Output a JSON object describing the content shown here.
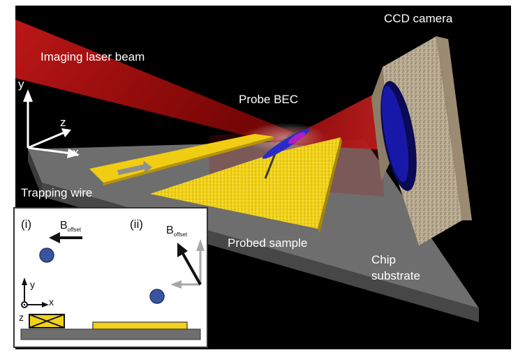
{
  "labels": {
    "imaging_laser_beam": "Imaging laser beam",
    "ccd_camera": "CCD camera",
    "probe_bec": "Probe BEC",
    "trapping_wire": "Trapping wire",
    "probed_sample": "Probed sample",
    "chip_substrate_line1": "Chip",
    "chip_substrate_line2": "substrate"
  },
  "axes": {
    "x": "x",
    "y": "y",
    "z": "z"
  },
  "inset": {
    "panel_i": "(i)",
    "panel_ii": "(ii)",
    "b_main": "B",
    "b_sub": "offset",
    "axis_x": "x",
    "axis_y": "y",
    "axis_z": "z"
  },
  "colors": {
    "background": "#000000",
    "laser": "#b01010",
    "gold": "#f2d21a",
    "substrate": "#6f6f6f",
    "bec": "#2a2ac8",
    "atom": "#3a55a0"
  }
}
